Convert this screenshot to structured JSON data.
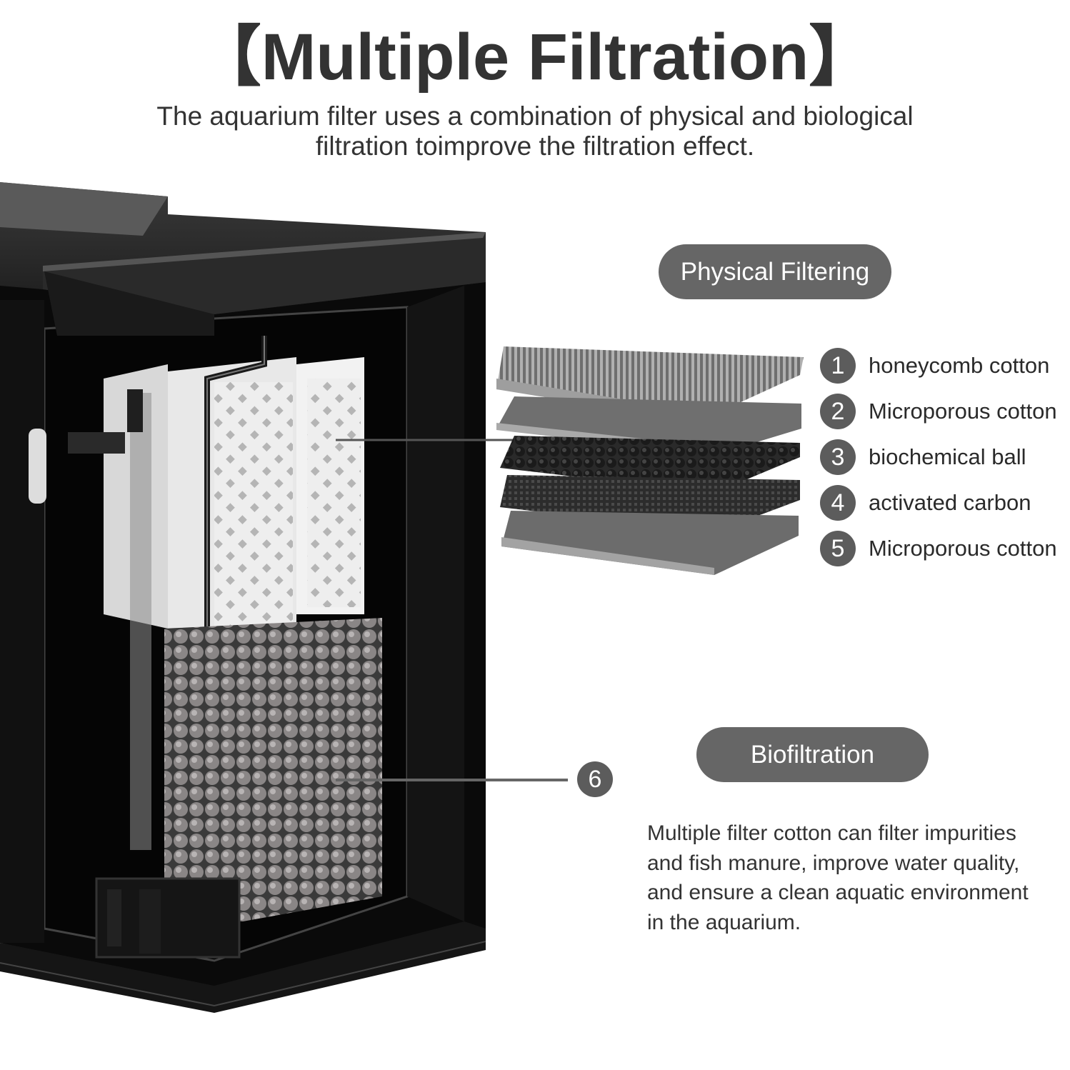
{
  "header": {
    "title": "【Multiple Filtration】",
    "subtitle_line1": "The aquarium filter uses a combination of physical and biological",
    "subtitle_line2": "filtration toimprove the filtration effect."
  },
  "physical": {
    "label": "Physical Filtering",
    "layers": [
      {
        "number": "1",
        "label": "honeycomb cotton"
      },
      {
        "number": "2",
        "label": "Microporous cotton"
      },
      {
        "number": "3",
        "label": "biochemical ball"
      },
      {
        "number": "4",
        "label": "activated carbon"
      },
      {
        "number": "5",
        "label": "Microporous cotton"
      }
    ]
  },
  "bio": {
    "label": "Biofiltration",
    "callout_number": "6",
    "description_lines": [
      "Multiple filter cotton can filter impurities",
      "and fish manure, improve water quality,",
      "and ensure a clean aquatic environment",
      "in the aquarium."
    ]
  },
  "colors": {
    "pill_bg": "#666666",
    "badge_bg": "#5c5c5c",
    "text": "#333333",
    "tank": "#0d0d0d"
  }
}
